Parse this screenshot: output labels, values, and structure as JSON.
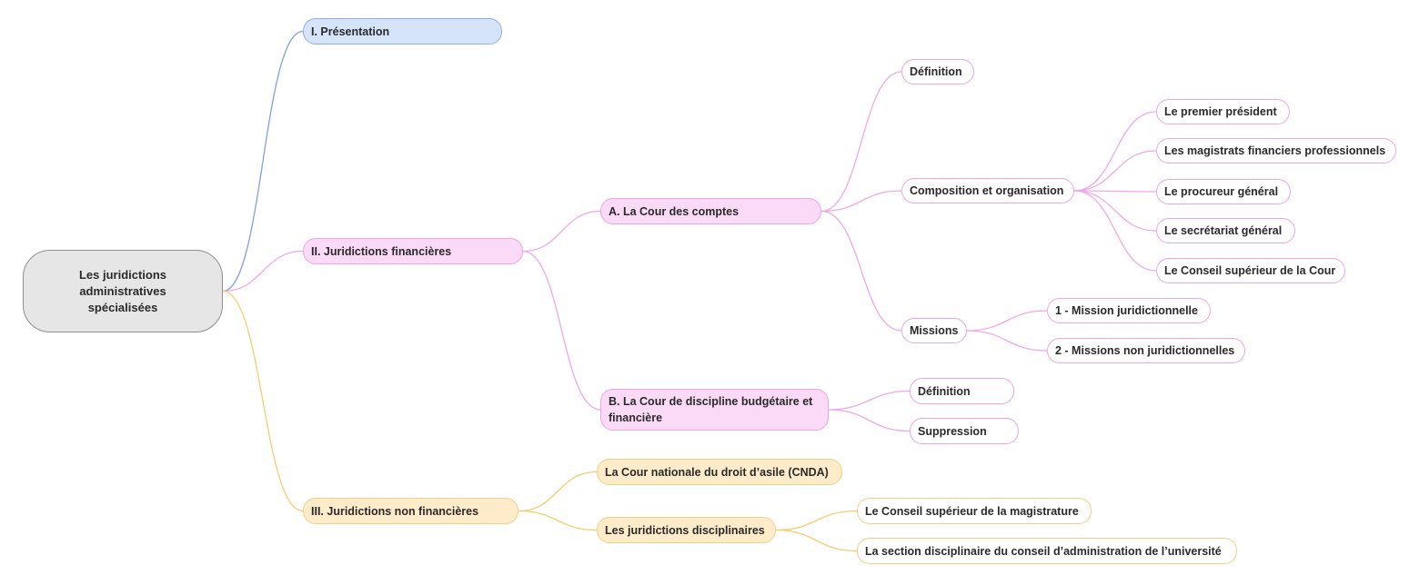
{
  "root": {
    "label": "Les juridictions administratives spécialisées"
  },
  "branches": {
    "presentation": {
      "label": "I. Présentation"
    },
    "financieres": {
      "label": "II. Juridictions financières",
      "cour_comptes": {
        "label": "A. La Cour des comptes",
        "definition": "Définition",
        "composition": {
          "label": "Composition et organisation",
          "items": [
            "Le premier président",
            "Les magistrats financiers professionnels",
            "Le procureur général",
            "Le secrétariat général",
            "Le Conseil supérieur de la Cour"
          ]
        },
        "missions": {
          "label": "Missions",
          "items": [
            "1 - Mission juridictionnelle",
            "2 - Missions non juridictionnelles"
          ]
        }
      },
      "cdbf": {
        "label": "B. La Cour de discipline budgétaire et financière",
        "items": [
          "Définition",
          "Suppression"
        ]
      }
    },
    "non_financieres": {
      "label": "III. Juridictions non financières",
      "cnda": "La Cour nationale du droit d’asile (CNDA)",
      "disciplinaires": {
        "label": "Les juridictions disciplinaires",
        "items": [
          "Le Conseil supérieur de la magistrature",
          "La section disciplinaire du conseil d’administration de l’université"
        ]
      }
    }
  },
  "colors": {
    "blue": "#7fa3dc",
    "pink": "#eea8e8",
    "orange": "#f4cc72"
  }
}
